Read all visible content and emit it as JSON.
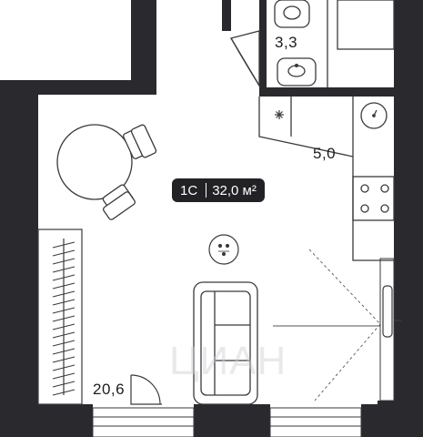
{
  "plan": {
    "unit_type": "1С",
    "total_area": "32,0 м²",
    "rooms": [
      {
        "id": "bathroom",
        "area": "3,3"
      },
      {
        "id": "kitchen",
        "area": "5,0"
      },
      {
        "id": "living",
        "area": "20,6"
      }
    ],
    "watermark": "ЦИАН"
  },
  "colors": {
    "wall": "#2a2a2e",
    "floor": "#ffffff",
    "fixture_line": "#3a3a3e",
    "badge_bg": "#222226",
    "badge_text": "#ffffff"
  }
}
